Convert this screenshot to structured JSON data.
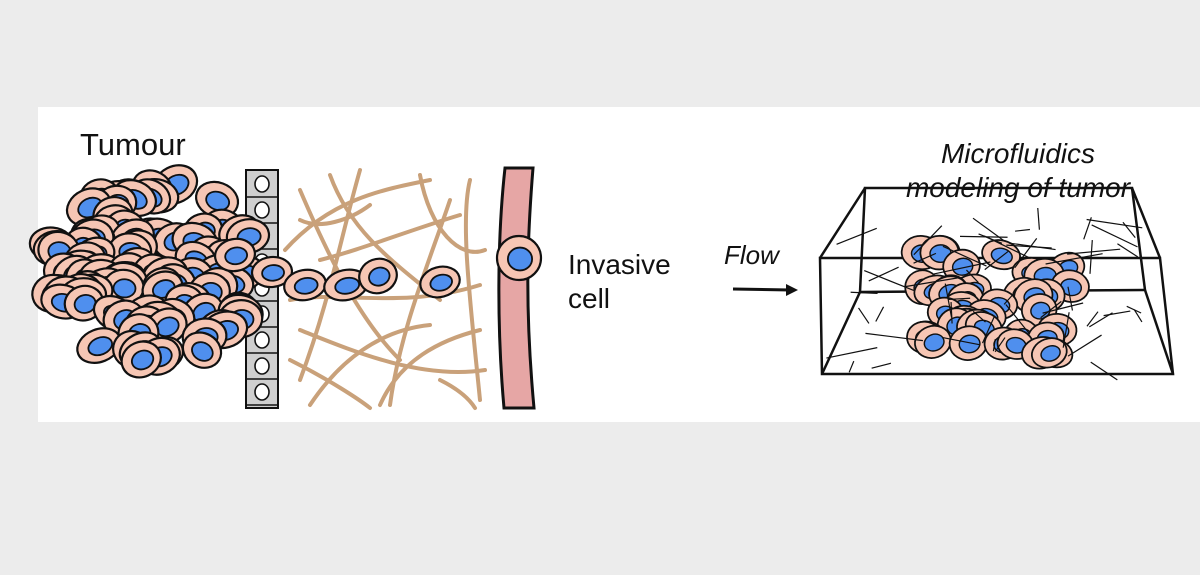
{
  "labels": {
    "tumour": "Tumour",
    "invasive_line1": "Invasive",
    "invasive_line2": "cell",
    "flow": "Flow",
    "microfluidics_line1": "Microfluidics",
    "microfluidics_line2": "modeling of tumor"
  },
  "colors": {
    "cell_body": "#f6c6b4",
    "nucleus": "#4f8fee",
    "outline": "#111111",
    "fiber": "#c9a17a",
    "vessel": "#e6a6a5",
    "membrane": "#cfcfcf",
    "background": "#ececec",
    "panel": "#ffffff"
  }
}
